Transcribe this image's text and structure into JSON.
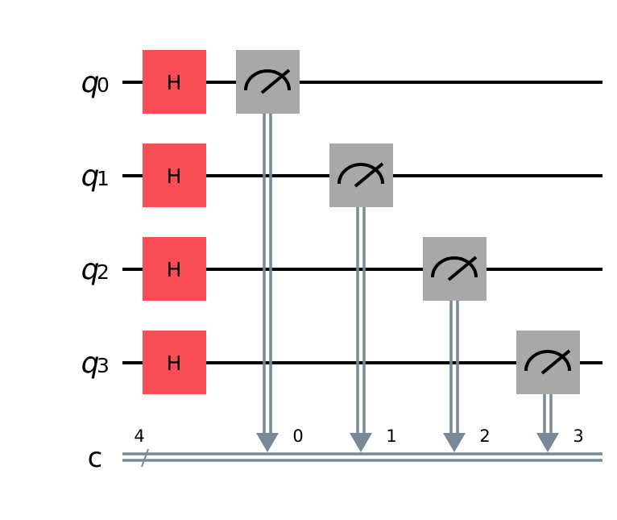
{
  "circuit": {
    "qubits": [
      {
        "name": "q",
        "index": "0"
      },
      {
        "name": "q",
        "index": "1"
      },
      {
        "name": "q",
        "index": "2"
      },
      {
        "name": "q",
        "index": "3"
      }
    ],
    "classical_register": {
      "name": "c",
      "size": "4"
    },
    "gates": [
      {
        "type": "H",
        "label": "H",
        "qubit": 0,
        "column": 0
      },
      {
        "type": "H",
        "label": "H",
        "qubit": 1,
        "column": 0
      },
      {
        "type": "H",
        "label": "H",
        "qubit": 2,
        "column": 0
      },
      {
        "type": "H",
        "label": "H",
        "qubit": 3,
        "column": 0
      },
      {
        "type": "measure",
        "qubit": 0,
        "clbit": "0",
        "column": 1
      },
      {
        "type": "measure",
        "qubit": 1,
        "clbit": "1",
        "column": 2
      },
      {
        "type": "measure",
        "qubit": 2,
        "clbit": "2",
        "column": 3
      },
      {
        "type": "measure",
        "qubit": 3,
        "clbit": "3",
        "column": 4
      }
    ],
    "colors": {
      "h_gate": "#fa4d56",
      "measure_gate": "#a8a8a8",
      "classical_wire": "#778899",
      "quantum_wire": "#000000"
    }
  }
}
